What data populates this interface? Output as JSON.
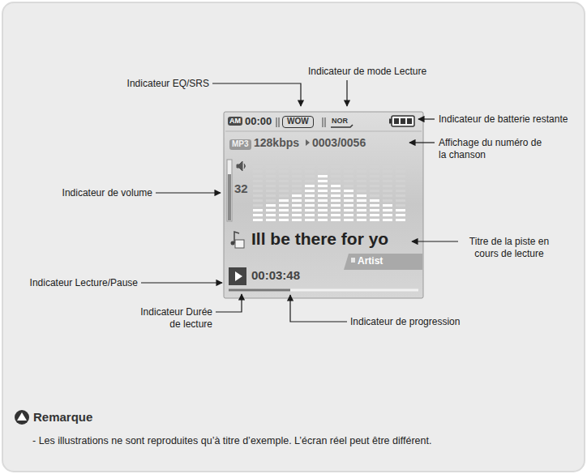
{
  "diagram": {
    "labels": [
      "Indicateur de mode Lecture",
      "Indicateur EQ/SRS",
      "Indicateur de batterie restante",
      "Affichage du numéro de la chanson",
      "Indicateur de volume",
      "Titre de la piste en cours de lecture",
      "Indicateur Lecture/Pause",
      "Indicateur Durée de lecture",
      "Indicateur de progression",
      "AM",
      "00:00",
      "WOW",
      "NOR",
      "MP3",
      "128kbps",
      "0003/0056",
      "32",
      "Ill be there for yo",
      "Artist",
      "00:03:48",
      "Remarque",
      "- Les illustrations ne sont reproduites qu’à titre d’exemple. L’écran réel peut être différent."
    ]
  }
}
